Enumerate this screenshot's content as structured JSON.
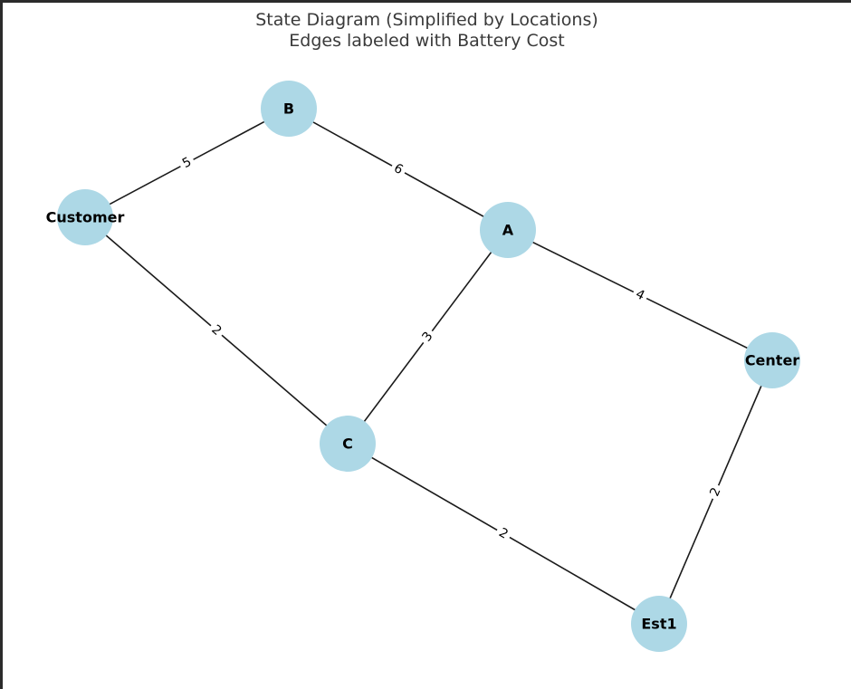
{
  "diagram": {
    "title_line1": "State Diagram (Simplified by Locations)",
    "title_line2": "Edges labeled with Battery Cost",
    "colors": {
      "node_fill": "#add8e6",
      "edge": "#1a1a1a",
      "text": "#000000",
      "title": "#3a3a3a"
    },
    "nodes": [
      {
        "id": "B",
        "label": "B"
      },
      {
        "id": "Customer",
        "label": "Customer"
      },
      {
        "id": "A",
        "label": "A"
      },
      {
        "id": "Center",
        "label": "Center"
      },
      {
        "id": "C",
        "label": "C"
      },
      {
        "id": "Est1",
        "label": "Est1"
      }
    ],
    "edges": [
      {
        "from": "Customer",
        "to": "B",
        "cost": "5"
      },
      {
        "from": "B",
        "to": "A",
        "cost": "6"
      },
      {
        "from": "A",
        "to": "Center",
        "cost": "4"
      },
      {
        "from": "A",
        "to": "C",
        "cost": "3"
      },
      {
        "from": "Customer",
        "to": "C",
        "cost": "2"
      },
      {
        "from": "C",
        "to": "Est1",
        "cost": "2"
      },
      {
        "from": "Center",
        "to": "Est1",
        "cost": "2"
      }
    ]
  }
}
